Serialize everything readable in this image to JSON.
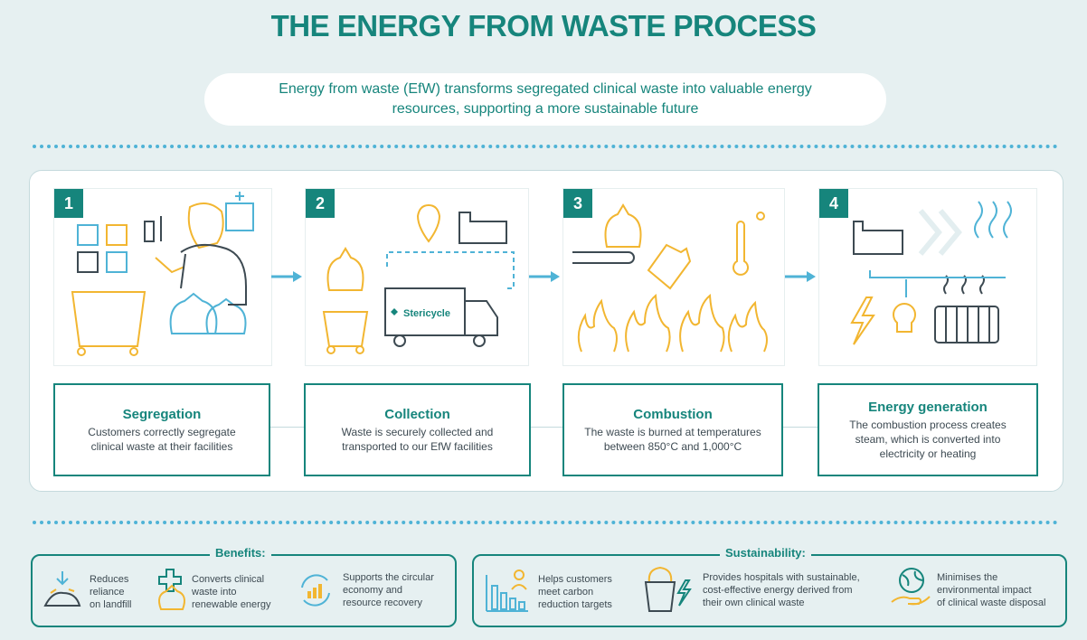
{
  "title": "THE ENERGY FROM WASTE PROCESS",
  "intro": {
    "line1": "Energy from waste (EfW) transforms segregated clinical waste into valuable energy",
    "line2": "resources, supporting a more sustainable future"
  },
  "steps": [
    {
      "number": "1",
      "title": "Segregation",
      "lines": [
        "Customers correctly segregate",
        "clinical waste at their facilities"
      ]
    },
    {
      "number": "2",
      "title": "Collection",
      "lines": [
        "Waste is securely collected and",
        "transported to our EfW facilities"
      ]
    },
    {
      "number": "3",
      "title": "Combustion",
      "lines": [
        "The waste is burned at temperatures",
        "between 850°C and 1,000°C"
      ]
    },
    {
      "number": "4",
      "title": "Energy generation",
      "lines": [
        "The combustion process creates",
        "steam, which is converted into",
        "electricity or heating"
      ]
    }
  ],
  "truck_brand": "Stericycle",
  "benefits": {
    "title": "Benefits:",
    "items": [
      {
        "lines": [
          "Reduces",
          "reliance",
          "on landfill"
        ],
        "icon": "landfill-icon"
      },
      {
        "lines": [
          "Converts clinical",
          "waste into",
          "renewable energy"
        ],
        "icon": "waste-bag-icon"
      },
      {
        "lines": [
          "Supports the circular",
          "economy and",
          "resource recovery"
        ],
        "icon": "circular-economy-icon"
      }
    ]
  },
  "sustainability": {
    "title": "Sustainability:",
    "items": [
      {
        "lines": [
          "Helps customers",
          "meet carbon",
          "reduction targets"
        ],
        "icon": "carbon-chart-icon"
      },
      {
        "lines": [
          "Provides hospitals with sustainable,",
          "cost-effective energy derived from",
          "their own clinical waste"
        ],
        "icon": "bin-energy-icon"
      },
      {
        "lines": [
          "Minimises the",
          "environmental impact",
          "of clinical waste disposal"
        ],
        "icon": "globe-hand-icon"
      }
    ]
  },
  "colors": {
    "teal": "#16857c",
    "blue": "#4fb3d6",
    "yellow": "#f2b631",
    "background": "#e6f0f1"
  }
}
